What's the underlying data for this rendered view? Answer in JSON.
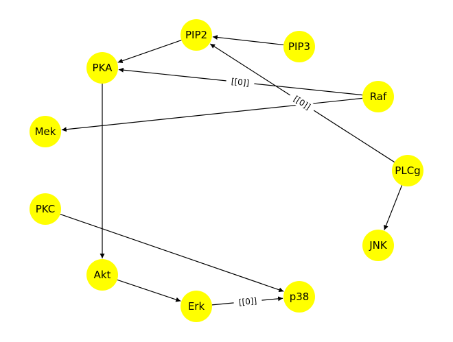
{
  "colors": {
    "node_fill": "#ffff00",
    "edge": "#000000",
    "background": "#ffffff"
  },
  "nodes": [
    {
      "id": "PIP2",
      "label": "PIP2"
    },
    {
      "id": "PIP3",
      "label": "PIP3"
    },
    {
      "id": "PKA",
      "label": "PKA"
    },
    {
      "id": "Raf",
      "label": "Raf"
    },
    {
      "id": "Mek",
      "label": "Mek"
    },
    {
      "id": "PLCg",
      "label": "PLCg"
    },
    {
      "id": "PKC",
      "label": "PKC"
    },
    {
      "id": "JNK",
      "label": "JNK"
    },
    {
      "id": "Akt",
      "label": "Akt"
    },
    {
      "id": "p38",
      "label": "p38"
    },
    {
      "id": "Erk",
      "label": "Erk"
    }
  ],
  "edges": [
    {
      "source": "PIP3",
      "target": "PIP2",
      "label": ""
    },
    {
      "source": "PIP2",
      "target": "PKA",
      "label": ""
    },
    {
      "source": "Raf",
      "target": "PKA",
      "label": "[[0]]"
    },
    {
      "source": "Raf",
      "target": "Mek",
      "label": ""
    },
    {
      "source": "PLCg",
      "target": "PIP2",
      "label": "[[0]]"
    },
    {
      "source": "PLCg",
      "target": "JNK",
      "label": ""
    },
    {
      "source": "PKA",
      "target": "Akt",
      "label": ""
    },
    {
      "source": "PKC",
      "target": "p38",
      "label": ""
    },
    {
      "source": "Akt",
      "target": "Erk",
      "label": ""
    },
    {
      "source": "Erk",
      "target": "p38",
      "label": "[[0]]"
    }
  ]
}
